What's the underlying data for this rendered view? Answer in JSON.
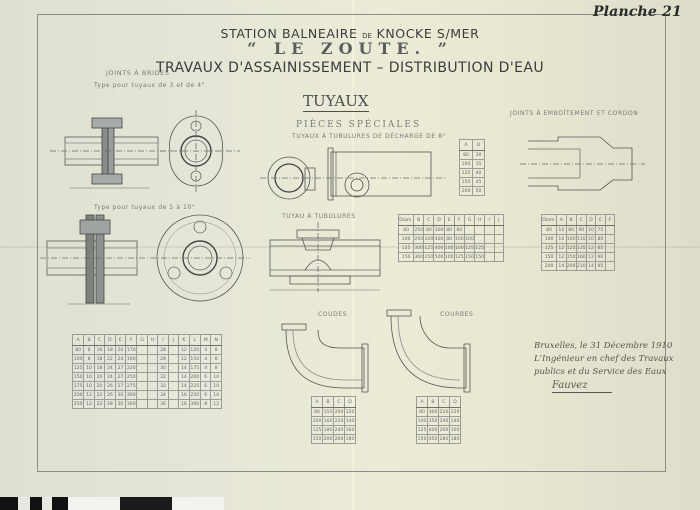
{
  "plate": {
    "label": "Planche 21"
  },
  "header": {
    "line1_a": "STATION BALNEAIRE",
    "line1_de": "DE",
    "line1_b": "KNOCKE S/MER",
    "line2": "“ LE ZOUTE. ”",
    "line3": "TRAVAUX D'ASSAINISSEMENT – DISTRIBUTION D'EAU"
  },
  "section": {
    "title": "TUYAUX",
    "subtitle": "PIÈCES SPÉCIALES",
    "subsubtitle": "TUYAUX À TUBULURES DE DÉCHARGE DE 8°"
  },
  "labels": {
    "joints_brides": "JOINTS À BRIDES",
    "type_small": "Type pour tuyaux de 3 et de 4\"",
    "type_large": "Type pour tuyaux de 5 à 10\"",
    "joints_emboitement": "JOINTS À EMBOÎTEMENT ET CORDON",
    "tuyau_tubulures": "TUYAU À TUBULURES",
    "coudes": "COUDES",
    "courbes": "COURBES"
  },
  "tables": {
    "flanges": {
      "headers": [
        "A",
        "B",
        "C",
        "D",
        "E",
        "F",
        "G",
        "H",
        "I",
        "J",
        "K",
        "L",
        "M",
        "N"
      ],
      "rows": [
        [
          "80",
          "8",
          "16",
          "18",
          "20",
          "170",
          "",
          "",
          "28",
          "",
          "12",
          "120",
          "4",
          "8"
        ],
        [
          "100",
          "8",
          "18",
          "22",
          "24",
          "190",
          "",
          "",
          "28",
          "",
          "12",
          "150",
          "4",
          "8"
        ],
        [
          "125",
          "10",
          "18",
          "24",
          "27",
          "220",
          "",
          "",
          "30",
          "",
          "14",
          "175",
          "4",
          "8"
        ],
        [
          "150",
          "10",
          "20",
          "24",
          "27",
          "250",
          "",
          "",
          "32",
          "",
          "14",
          "200",
          "6",
          "10"
        ],
        [
          "175",
          "10",
          "20",
          "26",
          "27",
          "275",
          "",
          "",
          "32",
          "",
          "14",
          "225",
          "6",
          "10"
        ],
        [
          "200",
          "12",
          "22",
          "26",
          "30",
          "300",
          "",
          "",
          "34",
          "",
          "16",
          "250",
          "6",
          "10"
        ],
        [
          "250",
          "12",
          "22",
          "28",
          "30",
          "360",
          "",
          "",
          "36",
          "",
          "16",
          "300",
          "8",
          "12"
        ]
      ]
    },
    "tubulure_small": {
      "headers": [
        "A",
        "B"
      ],
      "rows": [
        [
          "80",
          "30"
        ],
        [
          "100",
          "35"
        ],
        [
          "125",
          "40"
        ],
        [
          "150",
          "45"
        ],
        [
          "200",
          "50"
        ]
      ]
    },
    "tubulure_main": {
      "headers": [
        "Diam.",
        "B",
        "C",
        "D",
        "E",
        "F",
        "G",
        "H",
        "I",
        "J"
      ],
      "rows": [
        [
          "80",
          "250",
          "80",
          "300",
          "80",
          "80",
          "",
          "",
          "",
          ""
        ],
        [
          "100",
          "250",
          "100",
          "400",
          "80",
          "100",
          "100",
          "",
          "",
          ""
        ],
        [
          "125",
          "300",
          "125",
          "400",
          "100",
          "100",
          "125",
          "125",
          "",
          ""
        ],
        [
          "150",
          "300",
          "150",
          "500",
          "100",
          "125",
          "150",
          "150",
          "",
          ""
        ]
      ]
    },
    "emboitement": {
      "headers": [
        "Diam.",
        "A",
        "B",
        "C",
        "D",
        "E",
        "F"
      ],
      "rows": [
        [
          "80",
          "10",
          "80",
          "90",
          "10",
          "75",
          ""
        ],
        [
          "100",
          "10",
          "100",
          "110",
          "10",
          "80",
          ""
        ],
        [
          "125",
          "12",
          "125",
          "135",
          "12",
          "85",
          ""
        ],
        [
          "150",
          "12",
          "150",
          "160",
          "12",
          "90",
          ""
        ],
        [
          "200",
          "14",
          "200",
          "210",
          "14",
          "95",
          ""
        ]
      ]
    },
    "coudes": {
      "headers": [
        "A",
        "B",
        "C",
        "D"
      ],
      "rows": [
        [
          "80",
          "150",
          "200",
          "120"
        ],
        [
          "100",
          "160",
          "220",
          "140"
        ],
        [
          "125",
          "180",
          "240",
          "160"
        ],
        [
          "150",
          "200",
          "260",
          "180"
        ]
      ]
    },
    "courbes": {
      "headers": [
        "A",
        "B",
        "C",
        "D"
      ],
      "rows": [
        [
          "80",
          "300",
          "220",
          "120"
        ],
        [
          "100",
          "350",
          "240",
          "140"
        ],
        [
          "125",
          "400",
          "260",
          "160"
        ],
        [
          "150",
          "450",
          "280",
          "180"
        ]
      ]
    }
  },
  "signature": {
    "line1": "Bruxelles, le 31 Décembre 1910",
    "line2": "L'Ingénieur en chef des Travaux",
    "line3": "publics et du Service des Eaux",
    "name": "Fauvez"
  },
  "ruler": {
    "colors": [
      "#111111",
      "#e8e8e2",
      "#111111",
      "#e8e8e2",
      "#111111",
      "#f2f2ee",
      "#1a1a1a",
      "#f2f2ee"
    ]
  }
}
